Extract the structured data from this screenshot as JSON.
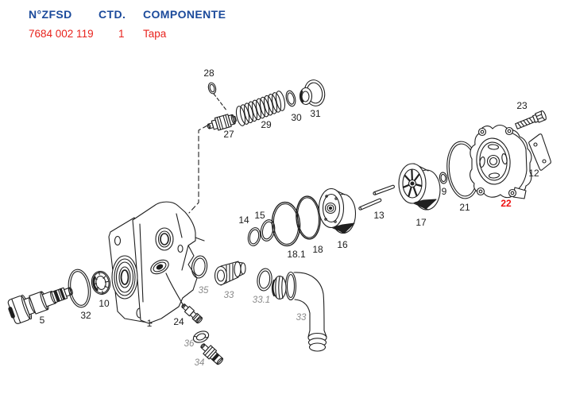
{
  "header": {
    "columns": {
      "part_no": "N°ZFSD",
      "qty": "CTD.",
      "component": "COMPONENTE"
    },
    "row": {
      "part_no": "7684 002 119",
      "qty": "1",
      "component": "Tapa"
    }
  },
  "colors": {
    "header_blue": "#1b4a9b",
    "value_red": "#e8231d",
    "highlight_red": "#ee1111",
    "muted_italic_gray": "#8a8a8a",
    "line_art": "#1f1f1f",
    "background": "#ffffff"
  },
  "diagram": {
    "selected_part": {
      "callout": "22",
      "component": "Tapa",
      "part_no": "7684 002 119",
      "qty": "1"
    },
    "callouts": [
      {
        "label": "28",
        "style": "normal"
      },
      {
        "label": "27",
        "style": "normal"
      },
      {
        "label": "29",
        "style": "normal"
      },
      {
        "label": "30",
        "style": "normal"
      },
      {
        "label": "31",
        "style": "normal"
      },
      {
        "label": "23",
        "style": "normal"
      },
      {
        "label": "12",
        "style": "normal"
      },
      {
        "label": "22",
        "style": "red-highlight"
      },
      {
        "label": "21",
        "style": "normal"
      },
      {
        "label": "9",
        "style": "normal"
      },
      {
        "label": "17",
        "style": "normal"
      },
      {
        "label": "13",
        "style": "normal"
      },
      {
        "label": "16",
        "style": "normal"
      },
      {
        "label": "18",
        "style": "normal"
      },
      {
        "label": "18.1",
        "style": "normal"
      },
      {
        "label": "15",
        "style": "normal"
      },
      {
        "label": "14",
        "style": "normal"
      },
      {
        "label": "5",
        "style": "normal"
      },
      {
        "label": "32",
        "style": "normal"
      },
      {
        "label": "10",
        "style": "normal"
      },
      {
        "label": "1",
        "style": "normal"
      },
      {
        "label": "24",
        "style": "normal"
      },
      {
        "label": "35",
        "style": "gray-italic"
      },
      {
        "label": "33",
        "style": "gray-italic"
      },
      {
        "label": "33.1",
        "style": "gray-italic"
      },
      {
        "label": "36",
        "style": "gray-italic"
      },
      {
        "label": "34",
        "style": "gray-italic"
      },
      {
        "label": "33",
        "style": "gray-italic"
      }
    ]
  }
}
